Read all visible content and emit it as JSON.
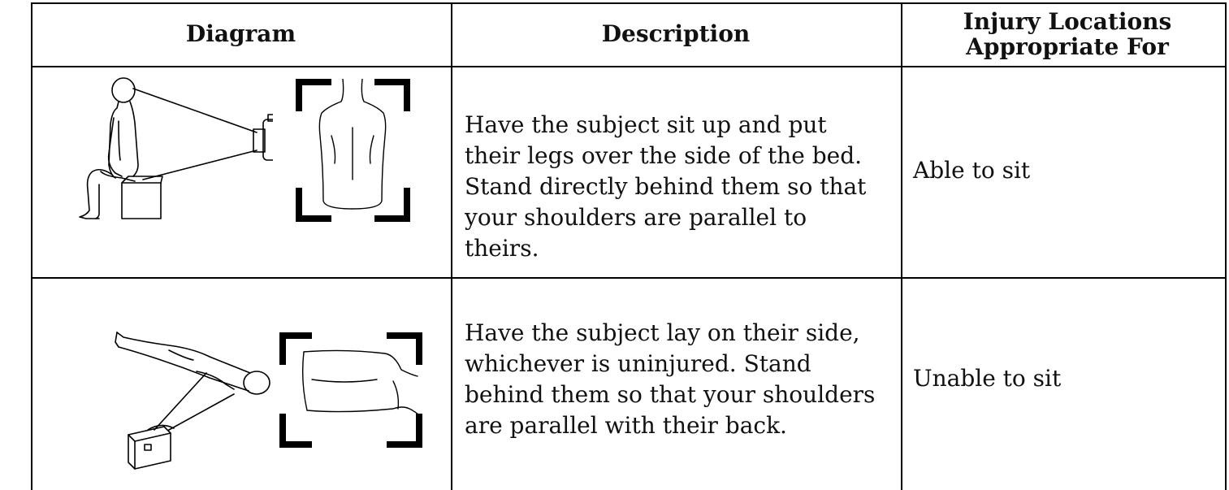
{
  "table": {
    "headers": {
      "diagram": "Diagram",
      "description": "Description",
      "injury": "Injury Locations Appropriate For"
    },
    "rows": [
      {
        "diagram_icon": "seated-subject-camera-illustration",
        "frame_icon": "back-view-framing-illustration",
        "description": "Have the subject sit up and put their legs over the side of the bed.   Stand directly behind them so that your shoulders are parallel to theirs.",
        "appropriate_for": "Able to sit"
      },
      {
        "diagram_icon": "lying-subject-camera-illustration",
        "frame_icon": "side-lying-back-framing-illustration",
        "description": "Have the subject lay on their side, whichever is uninjured.  Stand behind them so that your shoulders are parallel with their back.",
        "appropriate_for": "Unable to sit"
      }
    ]
  }
}
